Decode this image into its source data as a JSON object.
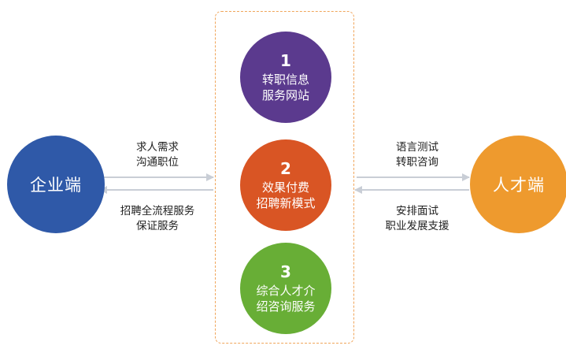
{
  "colors": {
    "enterprise": "#2f59a8",
    "talent": "#ee9a2e",
    "step1": "#5b3a8e",
    "step2": "#d95524",
    "step3": "#68ae36",
    "frame": "#f0a55a",
    "arrow": "#c9ced6"
  },
  "left_node": {
    "label": "企业端"
  },
  "right_node": {
    "label": "人才端"
  },
  "steps": [
    {
      "number": "1",
      "line1": "转职信息",
      "line2": "服务网站"
    },
    {
      "number": "2",
      "line1": "效果付费",
      "line2": "招聘新模式"
    },
    {
      "number": "3",
      "line1": "综合人才介",
      "line2": "绍咨询服务"
    }
  ],
  "left_top_text": {
    "line1": "求人需求",
    "line2": "沟通职位"
  },
  "left_bottom_text": {
    "line1": "招聘全流程服务",
    "line2": "保证服务"
  },
  "right_top_text": {
    "line1": "语言测试",
    "line2": "转职咨询"
  },
  "right_bottom_text": {
    "line1": "安排面试",
    "line2": "职业发展支援"
  }
}
